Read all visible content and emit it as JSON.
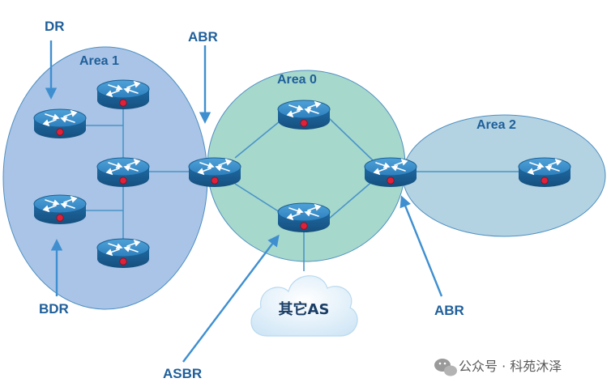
{
  "areas": {
    "area1": "Area 1",
    "area0": "Area 0",
    "area2": "Area 2"
  },
  "role_labels": {
    "dr": "DR",
    "bdr": "BDR",
    "abr_top": "ABR",
    "abr_bottom": "ABR",
    "asbr": "ASBR"
  },
  "other_as": "其它AS",
  "watermark": "公众号 · 科苑沐泽",
  "colors": {
    "area1_fill": "#a9c4e6",
    "area0_fill": "#a6d8cc",
    "area2_fill": "#b3d3e2",
    "router_body": "#2f7fb8",
    "router_led": "#e0213a",
    "arrow": "#3f8fd0",
    "label_text": "#1f5f9a"
  },
  "icons": {
    "router": "router-icon",
    "cloud": "cloud-icon",
    "watermark": "wechat-icon"
  }
}
